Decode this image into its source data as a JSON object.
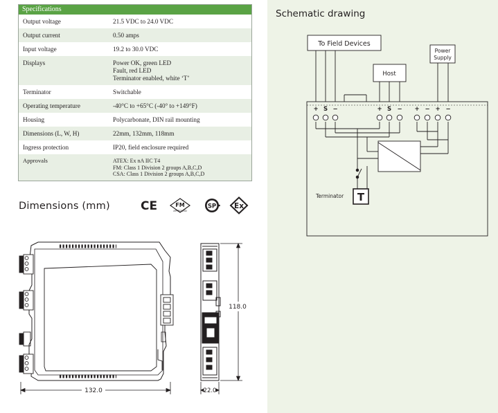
{
  "specifications": {
    "header": "Specifications",
    "rows": [
      {
        "label": "Output voltage",
        "value": "21.5 VDC to 24.0 VDC"
      },
      {
        "label": "Output current",
        "value": "0.50 amps"
      },
      {
        "label": "Input voltage",
        "value": "19.2 to 30.0 VDC"
      },
      {
        "label": "Displays",
        "value": "Power OK, green LED\nFault, red LED\nTerminator enabled, white ‘T’"
      },
      {
        "label": "Terminator",
        "value": "Switchable"
      },
      {
        "label": "Operating temperature",
        "value": "-40°C to +65°C (-40° to +149°F)"
      },
      {
        "label": "Housing",
        "value": "Polycarbonate, DIN rail mounting"
      },
      {
        "label": "Dimensions  (L, W, H)",
        "value": "22mm, 132mm, 118mm"
      },
      {
        "label": "Ingress protection",
        "value": "IP20, field enclosure required"
      },
      {
        "label": "Approvals",
        "value": "ATEX: Ex nA IIC T4\nFM: Class 1 Division 2 groups A,B,C,D\nCSA: Class 1 Division 2 groups A,B,C,D"
      }
    ]
  },
  "dimensions": {
    "title": "Dimensions (mm)",
    "width_label": "132.0",
    "depth_label": "22.0",
    "height_label": "118.0"
  },
  "certifications": {
    "ce": "CE",
    "fm": "FM",
    "fm_sub": "APPROVED",
    "csa": "SP",
    "ex": "Ex"
  },
  "schematic": {
    "title": "Schematic drawing",
    "field_devices": "To Field Devices",
    "host": "Host",
    "power_supply_line1": "Power",
    "power_supply_line2": "Supply",
    "terminator": "Terminator",
    "terminator_symbol": "T",
    "terminal_labels": [
      "+",
      "S",
      "−",
      "+",
      "S",
      "−",
      "+",
      "−",
      "+",
      "−"
    ]
  }
}
